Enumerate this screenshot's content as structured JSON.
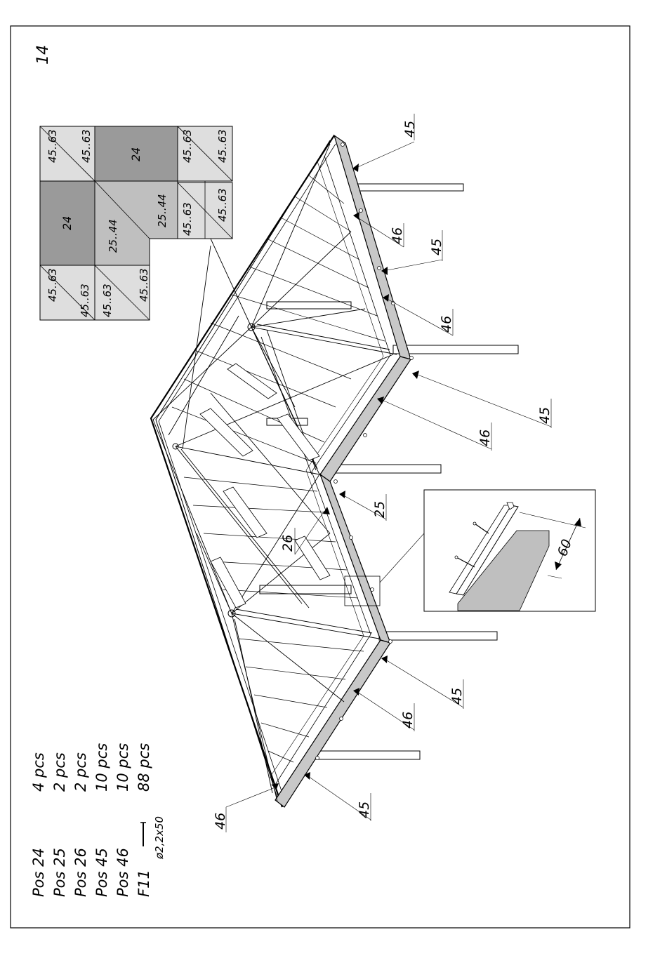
{
  "page": {
    "number": "14"
  },
  "parts_list": [
    {
      "pos": "Pos 24",
      "qty": "4 pcs"
    },
    {
      "pos": "Pos 25",
      "qty": "2 pcs"
    },
    {
      "pos": "Pos 26",
      "qty": "2 pcs"
    },
    {
      "pos": "Pos 45",
      "qty": "10 pcs"
    },
    {
      "pos": "Pos 46",
      "qty": "10 pcs"
    },
    {
      "pos": "F11",
      "qty": "88 pcs",
      "fastener": "ø2,2x50"
    }
  ],
  "layout_diagram": {
    "dark_panel": "24",
    "mid_panel": "25..44",
    "light_panel": "45..63"
  },
  "callouts": {
    "c45": "45",
    "c46": "46",
    "c25": "25",
    "c26": "26"
  },
  "detail": {
    "dimension": "60"
  },
  "colors": {
    "line": "#000000",
    "dark_fill": "#9a9a9a",
    "mid_fill": "#bfbfbf",
    "light_fill": "#dedede",
    "board_fill": "#c8c8c8"
  }
}
